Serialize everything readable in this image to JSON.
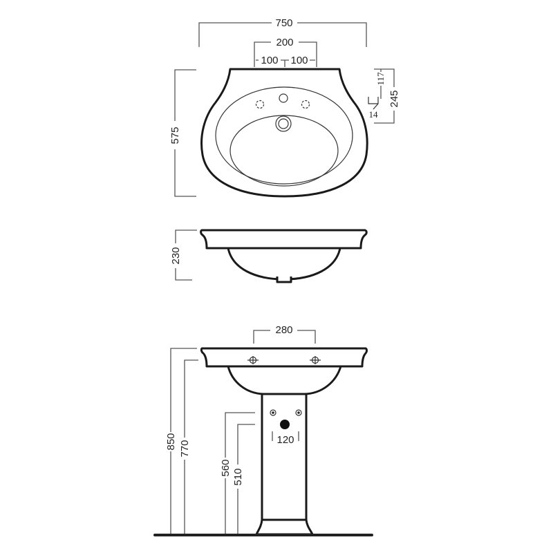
{
  "drawing": {
    "title": "Washbasin with pedestal technical drawing",
    "units": "mm",
    "top_view": {
      "width_label": "750",
      "tap_span_label": "200",
      "tap_left_label": "100",
      "tap_right_label": "100",
      "depth_label": "575",
      "side_detail_total_label": "245",
      "side_detail_upper_label": "117",
      "side_detail_thickness_label": "14"
    },
    "side_view": {
      "height_label": "230"
    },
    "front_view": {
      "fixing_span_label": "280",
      "total_height_label": "850",
      "rim_height_label": "770",
      "supply_height_label": "560",
      "waste_height_label": "510",
      "supply_span_label": "120"
    }
  }
}
